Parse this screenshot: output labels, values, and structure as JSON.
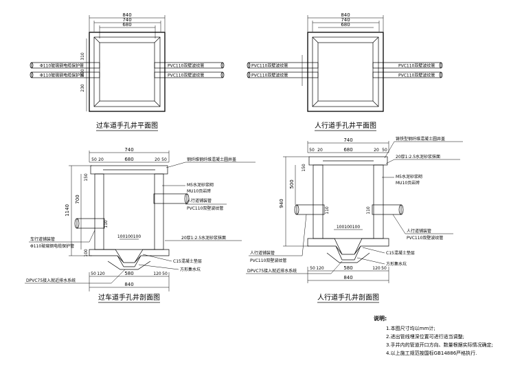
{
  "plan_car": {
    "title": "过车道手孔井平面图",
    "dim_840": "840",
    "dim_740": "740",
    "dim_680": "680",
    "dim_v1": "310",
    "dim_v2": "220",
    "dim_v3": "230",
    "pipe1": "Φ110玻璃钢电缆保护管",
    "pipe2": "Φ110玻璃钢电缆保护管",
    "pipe3": "PVC110双壁波纹管",
    "pipe4": "PVC110双壁波纹管"
  },
  "plan_walk": {
    "title": "人行道手孔井平面图",
    "dim_840": "840",
    "dim_740": "740",
    "dim_680": "680",
    "pipe1": "PVC110双壁波纹管",
    "pipe2": "PVC110双壁波纹管",
    "pipe3": "PVC110双壁波纹管",
    "pipe4": "PVC110双壁波纹管"
  },
  "sec_car": {
    "title": "过车道手孔井剖面图",
    "dim_740": "740",
    "dim_50a": "50",
    "dim_20a": "20",
    "dim_680": "680",
    "dim_20b": "20",
    "dim_50b": "50",
    "dim_1140": "1140",
    "dim_700": "700",
    "dim_150": "150",
    "dim_110": "110",
    "dim_100": "100",
    "dim_100s": "100100100",
    "cover": "钢纤维钢纤维混凝土圆井盖",
    "m5": "M5水泥砂浆砌",
    "mu10": "MU10页岩砖",
    "walk_pipe": "人行道铺装管",
    "pvc": "PVC110双壁波纹管",
    "car_pipe": "车行道铺装管",
    "fiber_pipe": "Φ110玻璃钢电缆保护管",
    "mortar": "20厚1:2.5水泥砂浆抹面",
    "c15": "C15混凝土垫层",
    "pit": "方形集水坑",
    "drain": "DPVC75接入就近排水系统",
    "dim_bot_50": "50",
    "dim_bot_120a": "120",
    "dim_bot_580": "580",
    "dim_bot_120b": "120",
    "dim_bot_50b": "50",
    "dim_bot_840": "840"
  },
  "sec_walk": {
    "title": "人行道手孔井剖面图",
    "dim_740": "740",
    "dim_50a": "50",
    "dim_20a": "20",
    "dim_680": "680",
    "dim_20b": "20",
    "dim_50b": "50",
    "dim_940": "940",
    "dim_500": "500",
    "dim_150": "150",
    "dim_110a": "110",
    "dim_110b": "110",
    "dim_100s": "100100100",
    "cover": "铸铁型钢纤维混凝土圆井盖",
    "mortar_top": "20厚1:2.5水泥砂浆抹面",
    "m5": "M5水泥砂浆砌",
    "mu10": "MU10页岩砖",
    "walk_pipe": "人行道铺装管",
    "pvc": "PVC110双壁波纹管",
    "walk_pipe2": "人行道铺装管",
    "pvc2": "PVC110双壁波纹管",
    "c15": "C15混凝土垫层",
    "pit": "方形集水坑",
    "drain": "DPVC75接入就近排水系统",
    "dim_bot_50": "50",
    "dim_bot_120a": "120",
    "dim_bot_580": "580",
    "dim_bot_120b": "120",
    "dim_bot_50b": "50",
    "dim_bot_840": "840"
  },
  "notes": {
    "heading": "说明:",
    "n1": "1.本图尺寸均以mm计;",
    "n2": "2.进出管线埋深位置可进行适当调整;",
    "n3": "3.手井内的管道开口方向、数量根据实际情况确定;",
    "n4": "4.以上施工规范按国标GB14886严格执行."
  }
}
